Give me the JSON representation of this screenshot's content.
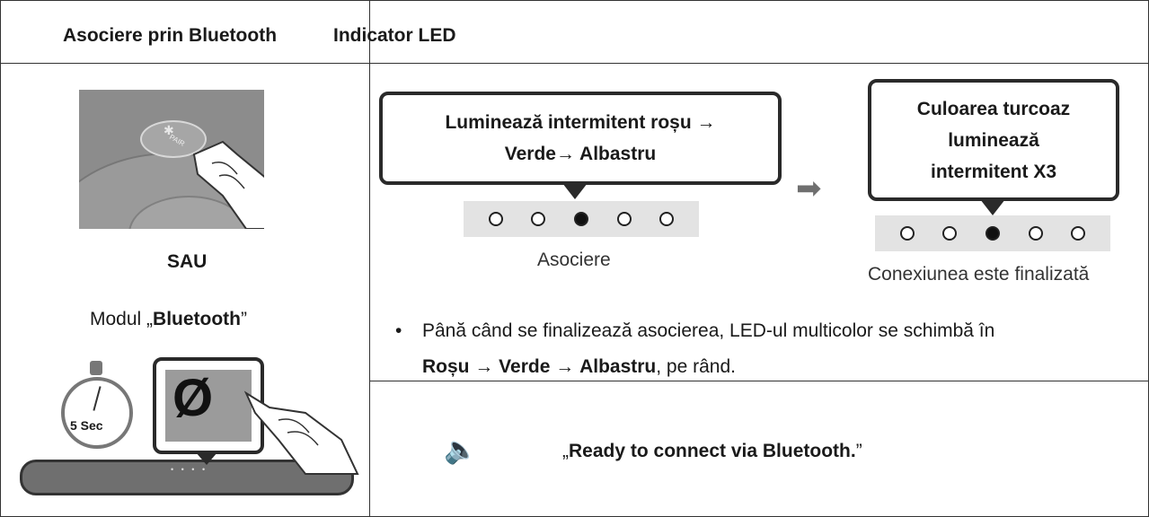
{
  "table": {
    "col1_header": "Asociere prin Bluetooth",
    "col2_header": "Indicator LED"
  },
  "left": {
    "photo_bt_symbol": "✱",
    "photo_pair_text": "PAIR",
    "or_label": "SAU",
    "mode_prefix": "Modul „",
    "mode_name": "Bluetooth",
    "mode_suffix": "”",
    "timer_label": "5 Sec",
    "bluetooth_key_symbol": "Ø"
  },
  "led": {
    "pairing_bubble_line1": "Luminează intermitent roșu →",
    "pairing_bubble_line2": "Verde→ Albastru",
    "pairing_caption": "Asociere",
    "complete_bubble_line1": "Culoarea turcoaz",
    "complete_bubble_line2": "luminează",
    "complete_bubble_line3": "intermitent X3",
    "complete_caption": "Conexiunea este finalizată",
    "arrow_symbol": "➡"
  },
  "note": {
    "bullet": "•",
    "line1": "Până când se finalizează asocierea, LED-ul multicolor se schimbă în",
    "c1": "Roșu",
    "sep1": " → ",
    "c2": "Verde",
    "sep2": " → ",
    "c3": "Albastru",
    "end": ", pe rând."
  },
  "voice": {
    "speaker_symbol": "🔈",
    "open_quote": "„",
    "message": "Ready to connect via Bluetooth.",
    "close_quote": "”"
  }
}
